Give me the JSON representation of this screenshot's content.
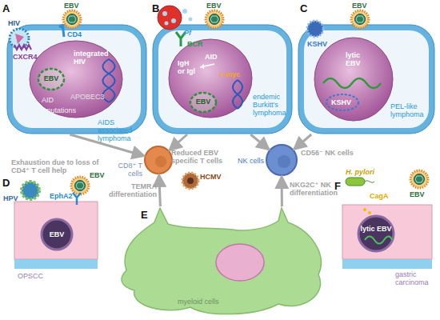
{
  "diagram": {
    "nodes": [
      {
        "text": [
          "AIDS associated lymphoma"
        ]
      },
      {
        "text": [
          "integrated HIV",
          "AID",
          "APOBEC3",
          "mutations"
        ],
        "in": 0
      },
      {
        "text": [
          "EBV"
        ],
        "in": 1
      },
      {
        "text": [
          "endemic Burkitt's lymphoma"
        ]
      },
      {
        "text": [
          "IgH or Igl",
          "AID",
          "c-myc"
        ],
        "in": 3
      },
      {
        "text": [
          "EBV"
        ],
        "in": 4
      },
      {
        "text": [
          "PEL-like lymphoma"
        ]
      },
      {
        "text": [
          "lytic EBV",
          "KSHV"
        ],
        "in": 6
      },
      {
        "text": [
          "CD8⁺ T cells"
        ]
      },
      {
        "text": [
          "NK cells"
        ]
      },
      {
        "text": [
          "OPSCC"
        ]
      },
      {
        "text": [
          "EBV"
        ],
        "in": 10
      },
      {
        "text": [
          "myeloid cells"
        ]
      },
      {
        "text": [
          "gastric carcinoma"
        ]
      },
      {
        "text": [
          "lytic EBV"
        ],
        "in": 13
      }
    ],
    "edges": [
      {
        "from": 0,
        "to": 8,
        "arrow": "to",
        "label": "Exhaustion due to loss of CD4⁺ T cell help"
      },
      {
        "from": 3,
        "to": 8,
        "arrow": "to",
        "label": "Reduced EBV specific T cells"
      },
      {
        "from": 3,
        "to": 9,
        "arrow": "to",
        "label": "CD56⁻ NK cells"
      },
      {
        "from": 6,
        "to": 9,
        "arrow": "to"
      },
      {
        "from": 12,
        "to": 8,
        "arrow": "to",
        "label": "TEMRA differentiation"
      },
      {
        "from": 12,
        "to": 9,
        "arrow": "to",
        "label": "NKG2C⁺ NK differentiation"
      }
    ],
    "labels": [
      "A",
      "HIV",
      "EBV",
      "CD4",
      "CXCR4",
      "B",
      "Pf",
      "EBV",
      "BCR",
      "C",
      "EBV",
      "KSHV",
      "D",
      "HPV",
      "EBV",
      "EphA2",
      "E",
      "HCMV",
      "F",
      "H. pylori",
      "CagA",
      "EBV"
    ]
  }
}
